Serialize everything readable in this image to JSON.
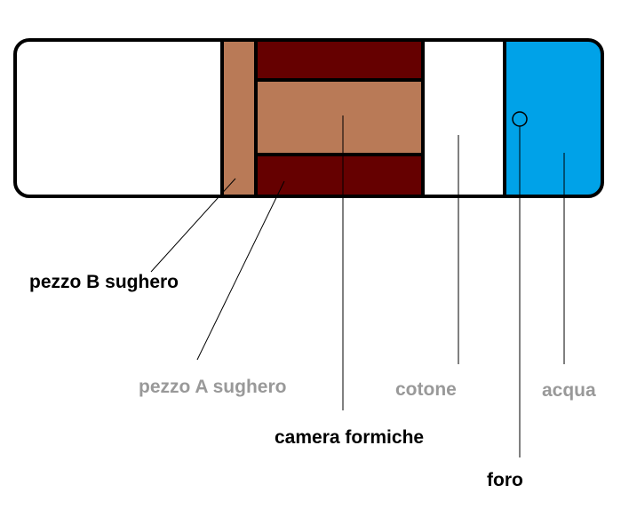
{
  "labels": {
    "pezzo_b": "pezzo B sughero",
    "pezzo_a": "pezzo A sughero",
    "camera": "camera formiche",
    "cotone": "cotone",
    "acqua": "acqua",
    "foro": "foro"
  },
  "colors": {
    "outline": "#000000",
    "cork": "#b97a57",
    "chamber": "#650000",
    "water": "#00a2e8",
    "cotton": "#ffffff",
    "label_dark": "#000000",
    "label_gray": "#999999"
  }
}
